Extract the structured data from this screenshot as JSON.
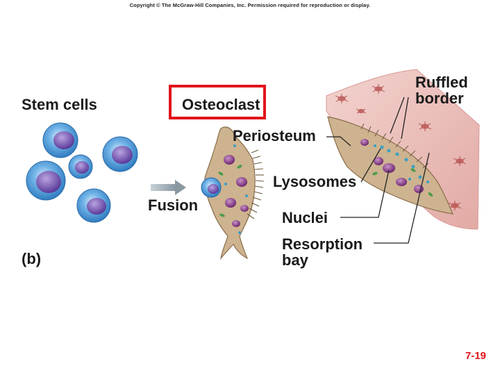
{
  "copyright": "Copyright © The McGraw-Hill Companies, Inc. Permission required for reproduction or display.",
  "labels": {
    "stem_cells": "Stem cells",
    "osteoclast": "Osteoclast",
    "periosteum": "Periosteum",
    "lysosomes": "Lysosomes",
    "fusion": "Fusion",
    "nuclei": "Nuclei",
    "resorption_line1": "Resorption",
    "resorption_line2": "bay",
    "ruffled_line1": "Ruffled",
    "ruffled_line2": "border",
    "panel": "(b)"
  },
  "slide_number": "7-19",
  "colors": {
    "highlight_box": "#e2141b",
    "slide_number": "#e2141b",
    "bone": "#e8b9b4",
    "cell_body": "#c9ad8a",
    "nucleus": "#7b2f7e",
    "stem_cell": "#3c8fd0"
  }
}
